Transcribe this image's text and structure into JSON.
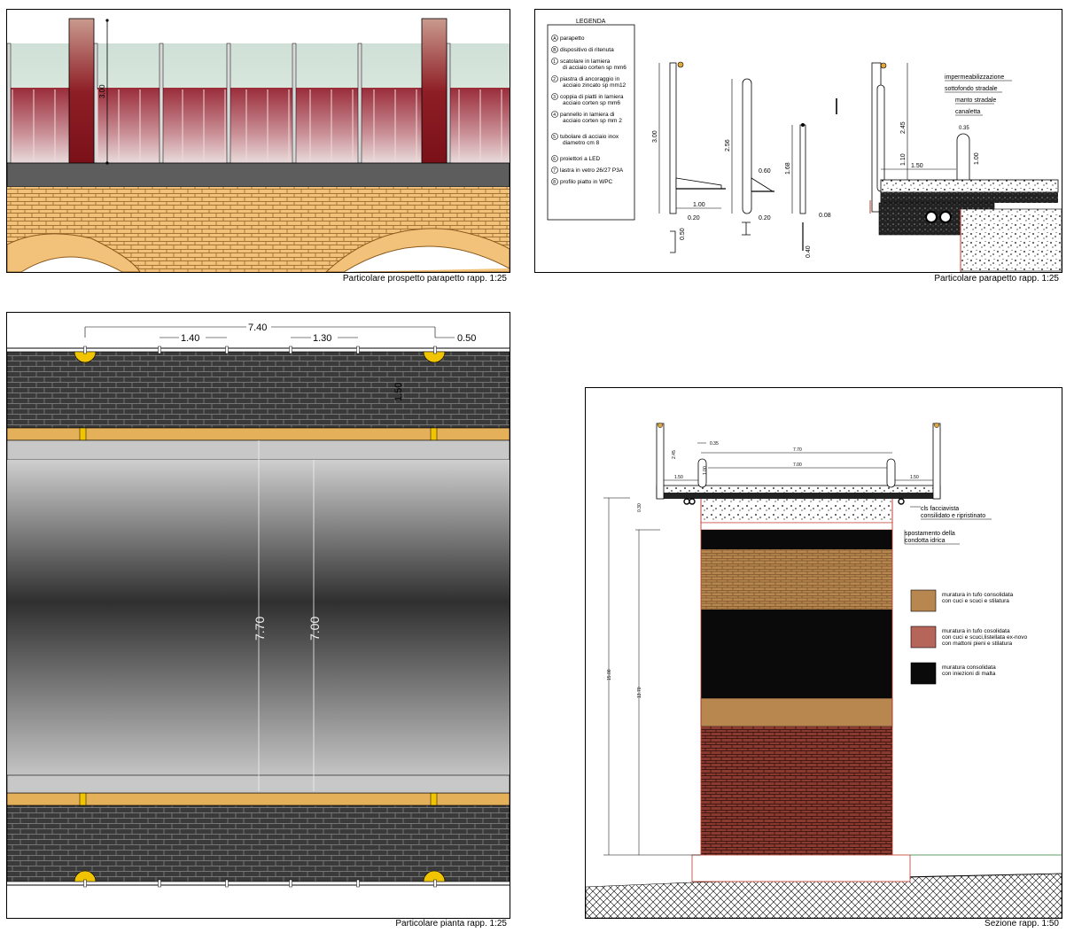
{
  "elevation": {
    "caption": "Particolare prospetto parapetto rapp. 1:25",
    "dim_height": "3.00"
  },
  "detail": {
    "caption": "Particolare parapetto rapp. 1:25",
    "legend_title": "LEGENDA",
    "legend": [
      {
        "key": "A",
        "text": [
          "parapetto"
        ]
      },
      {
        "key": "B",
        "text": [
          "dispositivo di ritenuta"
        ]
      },
      {
        "key": "1",
        "text": [
          "scatolare in lamiera",
          "di acciaio corten sp mm6"
        ]
      },
      {
        "key": "2",
        "text": [
          "piastra di ancoraggio in",
          "acciaio zincato sp mm12"
        ]
      },
      {
        "key": "3",
        "text": [
          "coppia di piatti in lamiera",
          "acciaio corten sp mm6"
        ]
      },
      {
        "key": "4",
        "text": [
          "pannello in lamiera di",
          "acciaio corten sp mm 2"
        ]
      },
      {
        "key": "5",
        "text": [
          "tubolare di acciaio inox",
          "diametro cm 8"
        ]
      },
      {
        "key": "6",
        "text": [
          "proiettori a LED"
        ]
      },
      {
        "key": "7",
        "text": [
          "lastra in vetro 26/27 P3A"
        ]
      },
      {
        "key": "8",
        "text": [
          "profilo piatto in WPC"
        ]
      }
    ],
    "dims": {
      "h300": "3.00",
      "w100": "1.00",
      "w020a": "0.20",
      "h050": "0.50",
      "h256": "2.56",
      "w060": "0.60",
      "w020b": "0.20",
      "h168": "1.68",
      "w008": "0.08",
      "h040": "0.40",
      "h245": "2.45",
      "h110": "1.10",
      "w150": "1.50",
      "h100": "1.00",
      "w035": "0.35"
    },
    "labels": {
      "imperm": "impermeabilizzazione",
      "sottofondo": "sottofondo stradale",
      "manto": "manto stradale",
      "canaletta": "canaletta"
    }
  },
  "plan": {
    "caption": "Particolare pianta rapp. 1:25",
    "dim_total": "7.40",
    "dim_a": "1.40",
    "dim_b": "1.30",
    "dim_c": "0.50",
    "dim_side": "1.50",
    "dim_770": "7.70",
    "dim_700": "7.00"
  },
  "section": {
    "caption": "Sezione rapp. 1:50",
    "dims": {
      "w035": "0.35",
      "w770": "7.70",
      "w700": "7.00",
      "h245": "2.45",
      "h100": "1.00",
      "w150a": "1.50",
      "w150b": "1.50",
      "h1500": "15.00",
      "h1370": "13.70",
      "h030": "0.30"
    },
    "labels": {
      "cls1": "cls facciavista",
      "cls2": "consilidato e ripristinato",
      "spost1": "spostamento della",
      "spost2": "condotta idrica"
    },
    "legend": [
      {
        "color": "#b8864f",
        "text": [
          "muratura in tufo consolidata",
          "con cuci e scuci e  stilatura"
        ]
      },
      {
        "color": "#b5655a",
        "text": [
          "muratura in tufo cosolidata",
          "con cuci e scuci,listellata ex-novo",
          "con mattoni pieni e stilatura"
        ]
      },
      {
        "color": "#0a0a0a",
        "text": [
          "muratura consolidata",
          "con iniezioni di malta"
        ]
      }
    ]
  }
}
